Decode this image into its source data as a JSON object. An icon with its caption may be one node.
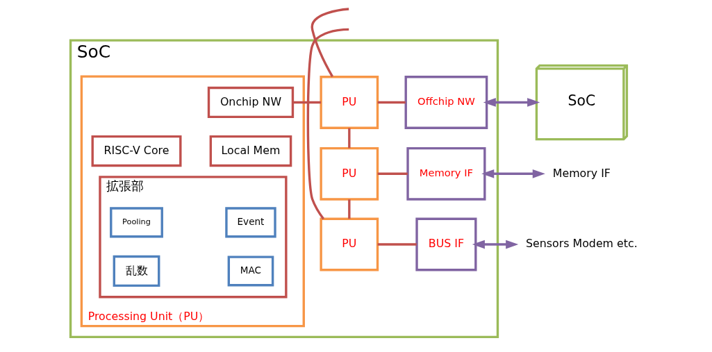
{
  "diagram": {
    "nodes": [
      {
        "text": [
          "SoC"
        ]
      },
      {
        "text": [
          "Processing Unit（PU）"
        ],
        "in": 0
      },
      {
        "text": [
          "拡張部"
        ],
        "in": 1
      },
      {
        "text": [
          "乱数"
        ],
        "in": 2
      },
      {
        "text": [
          "MAC"
        ],
        "in": 2
      },
      {
        "text": [
          "Pooling"
        ],
        "in": 2
      },
      {
        "text": [
          "Event"
        ],
        "in": 2
      },
      {
        "text": [
          "RISC-V Core"
        ],
        "in": 1
      },
      {
        "text": [
          "Local Mem"
        ],
        "in": 1
      },
      {
        "text": [
          "Onchip NW"
        ],
        "in": 1
      },
      {
        "text": [
          "PU"
        ],
        "in": 0
      },
      {
        "text": [
          "PU"
        ],
        "in": 0
      },
      {
        "text": [
          "PU"
        ],
        "in": 0
      },
      {
        "text": [
          "BUS IF"
        ],
        "in": 0
      },
      {
        "text": [
          "Memory IF"
        ],
        "in": 0
      },
      {
        "text": [
          "Offchip NW"
        ],
        "in": 0
      },
      {
        "text": [
          "Sensors Modem etc."
        ]
      },
      {
        "text": [
          "Memory IF"
        ]
      },
      {
        "text": [
          "SoC"
        ]
      }
    ],
    "edges": [
      {
        "from": null,
        "to": 10,
        "arrow": "none"
      },
      {
        "from": 10,
        "to": 11,
        "arrow": "none"
      },
      {
        "from": 11,
        "to": 12,
        "arrow": "none"
      },
      {
        "from": 12,
        "to": null,
        "arrow": "none"
      },
      {
        "from": 9,
        "to": 12,
        "arrow": "none"
      },
      {
        "from": 10,
        "to": 13,
        "arrow": "none"
      },
      {
        "from": 11,
        "to": 14,
        "arrow": "none"
      },
      {
        "from": 12,
        "to": 15,
        "arrow": "none"
      },
      {
        "from": 13,
        "to": 16,
        "arrow": "both",
        "color": "#8064a2"
      },
      {
        "from": 14,
        "to": 17,
        "arrow": "both",
        "color": "#8064a2"
      },
      {
        "from": 15,
        "to": 18,
        "arrow": "both",
        "color": "#8064a2"
      }
    ]
  }
}
